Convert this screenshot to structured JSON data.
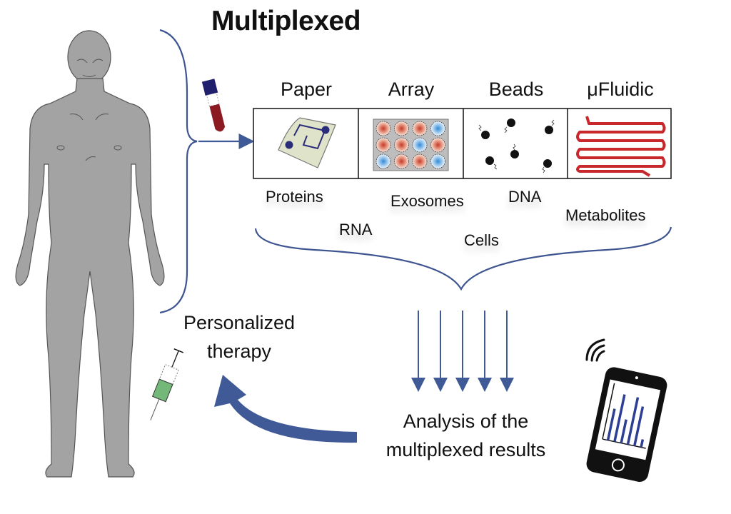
{
  "title": "Multiplexed",
  "platforms": [
    {
      "label": "Paper",
      "icon": "paper-device-icon"
    },
    {
      "label": "Array",
      "icon": "microarray-icon"
    },
    {
      "label": "Beads",
      "icon": "beads-icon"
    },
    {
      "label": "μFluidic",
      "icon": "microfluidic-channel-icon"
    }
  ],
  "array_spots": [
    [
      "red",
      "red",
      "red",
      "blue"
    ],
    [
      "red",
      "red",
      "blue",
      "red"
    ],
    [
      "blue",
      "red",
      "red",
      "blue"
    ]
  ],
  "analytes": [
    "Proteins",
    "RNA",
    "Exosomes",
    "Cells",
    "DNA",
    "Metabolites"
  ],
  "analysis_label": [
    "Analysis of the",
    "multiplexed results"
  ],
  "therapy_label": [
    "Personalized",
    "therapy"
  ],
  "colors": {
    "arrow_blue": "#3f5a96",
    "bracket_blue": "#3e5590",
    "body_gray": "#a3a3a3",
    "blood_red": "#8b1a22",
    "cap_navy": "#1f1f6e",
    "channel_red": "#c8282c",
    "syringe_green": "#74b879"
  },
  "phone_chart_values": [
    0.6,
    0.9,
    0.45,
    0.9,
    0.75,
    0.15
  ]
}
